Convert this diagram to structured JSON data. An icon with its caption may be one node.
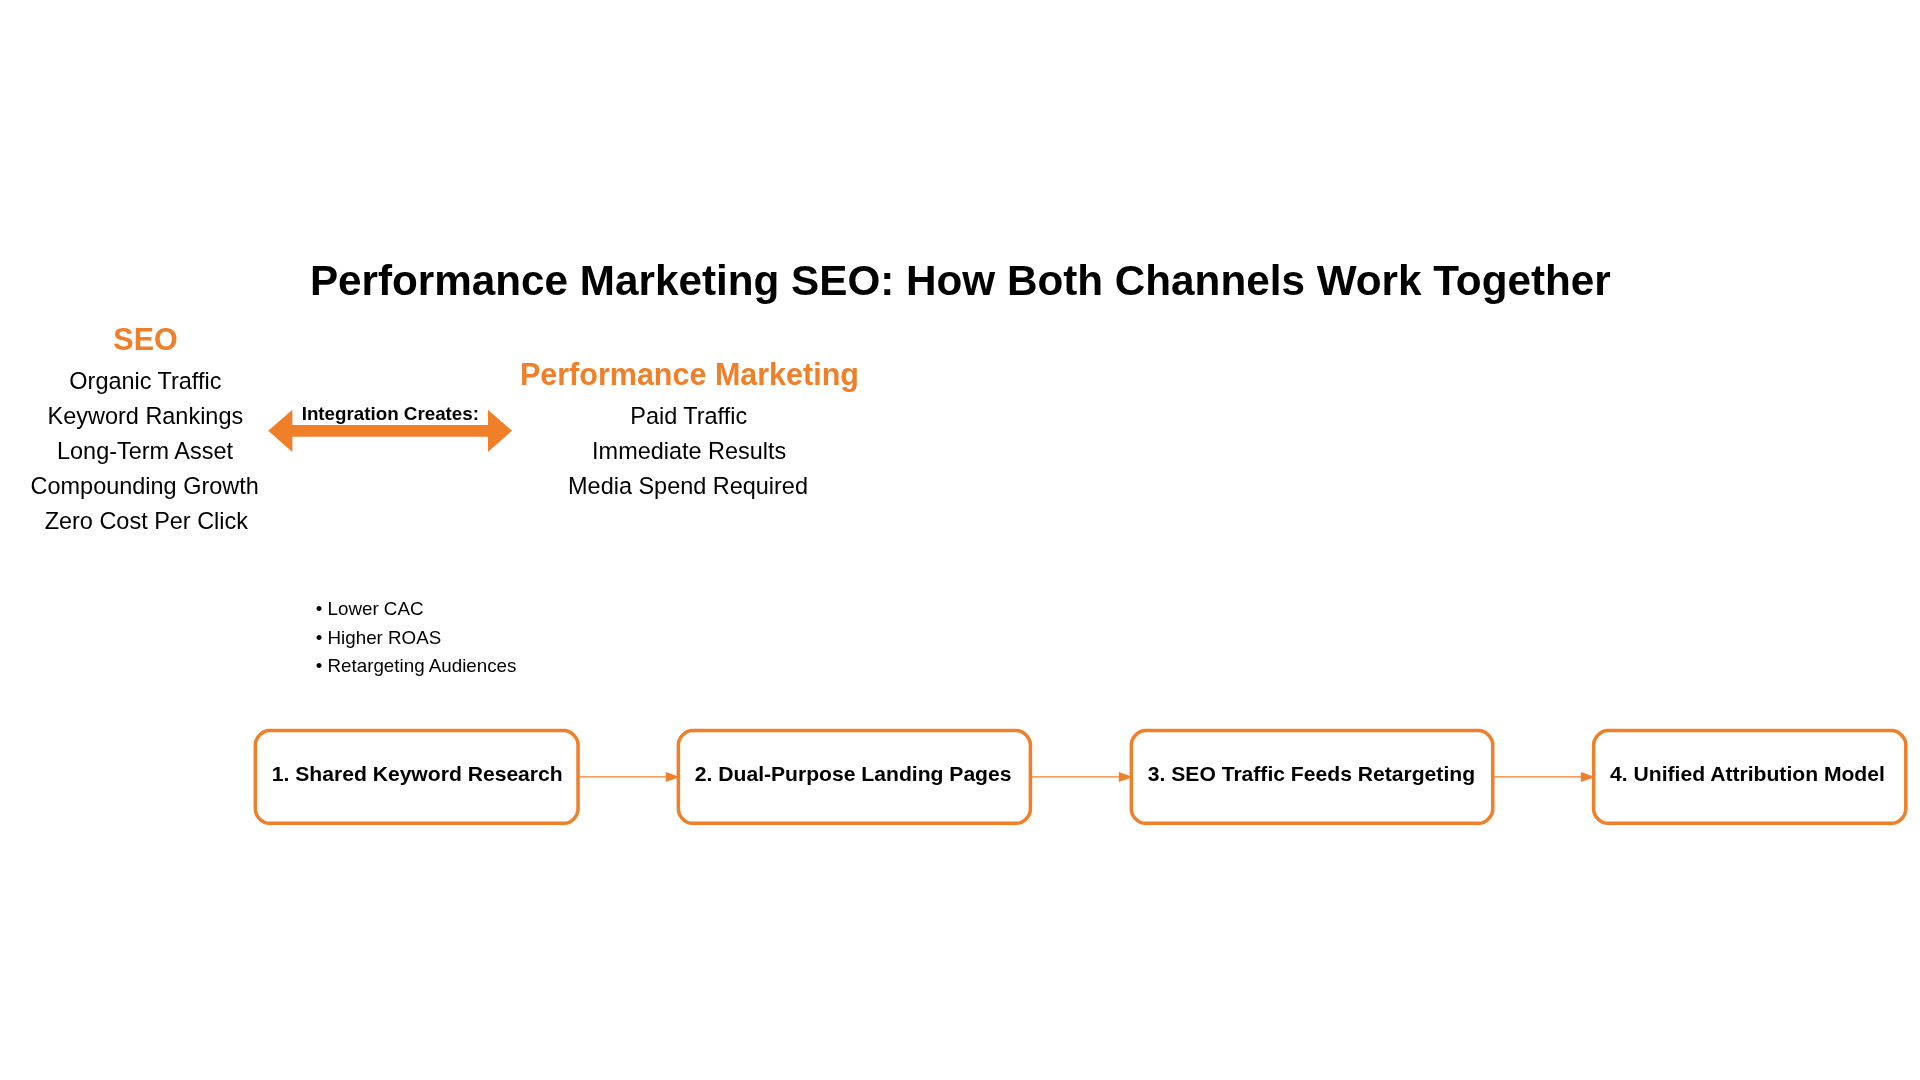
{
  "diagram": {
    "title": "Performance Marketing SEO: How Both Channels Work Together",
    "nodes": [
      {
        "text": [
          "SEO",
          "Organic Traffic",
          "Keyword Rankings",
          "Long-Term Asset",
          "Compounding Growth",
          "Zero Cost Per Click"
        ]
      },
      {
        "text": [
          "Performance Marketing",
          "Paid Traffic",
          "Immediate Results",
          "Media Spend Required"
        ]
      },
      {
        "text": [
          "1. Shared Keyword Research"
        ]
      },
      {
        "text": [
          "2. Dual-Purpose Landing Pages"
        ]
      },
      {
        "text": [
          "3. SEO Traffic Feeds Retargeting"
        ]
      },
      {
        "text": [
          "4. Unified Attribution Model"
        ]
      }
    ],
    "edges": [
      {
        "from": 0,
        "to": 1,
        "arrow": "both",
        "label": "Integration Creates:",
        "style": "thick"
      },
      {
        "from": 2,
        "to": 3,
        "arrow": "to"
      },
      {
        "from": 3,
        "to": 4,
        "arrow": "to"
      },
      {
        "from": 4,
        "to": 5,
        "arrow": "to"
      }
    ],
    "labels": [
      "• Lower CAC",
      "• Higher ROAS",
      "• Retargeting Audiences"
    ]
  }
}
